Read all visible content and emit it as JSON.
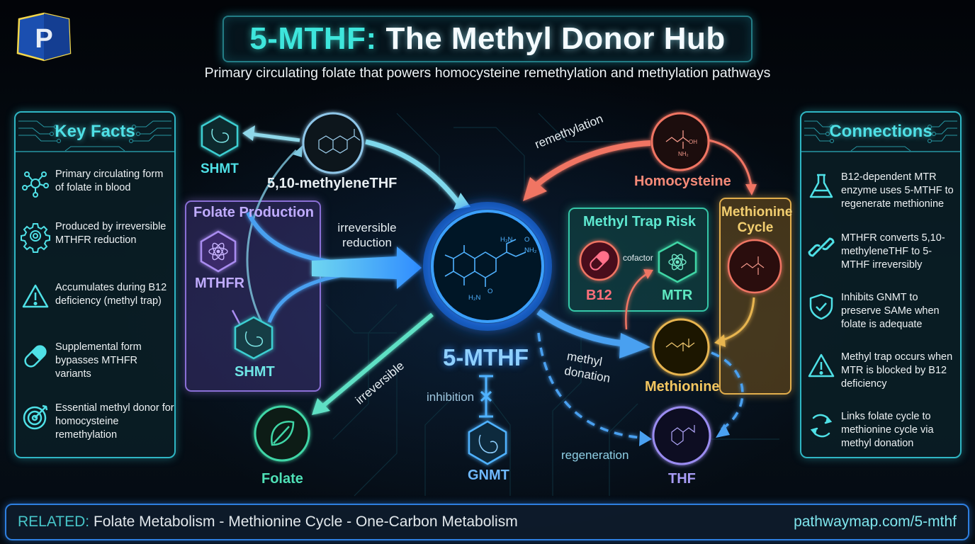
{
  "header": {
    "logo_letter": "P",
    "title_part1": "5-MTHF:",
    "title_part2": "The Methyl Donor Hub",
    "subtitle": "Primary circulating folate that powers homocysteine remethylation and methylation pathways"
  },
  "key_facts": {
    "title": "Key Facts",
    "items": [
      {
        "icon": "network-nodes-icon",
        "text": "Primary circulating form of folate in blood"
      },
      {
        "icon": "gear-icon",
        "text": "Produced by irreversible MTHFR reduction"
      },
      {
        "icon": "warning-triangle-icon",
        "text": "Accumulates during B12 deficiency (methyl trap)"
      },
      {
        "icon": "capsule-icon",
        "text": "Supplemental form bypasses MTHFR variants"
      },
      {
        "icon": "target-icon",
        "text": "Essential methyl donor for homocysteine remethylation"
      }
    ]
  },
  "connections": {
    "title": "Connections",
    "items": [
      {
        "icon": "flask-icon",
        "text": "B12-dependent MTR enzyme uses 5-MTHF to regenerate methionine"
      },
      {
        "icon": "link-icon",
        "text": "MTHFR converts 5,10-methyleneTHF to 5-MTHF irreversibly"
      },
      {
        "icon": "shield-check-icon",
        "text": "Inhibits GNMT to preserve SAMe when folate is adequate"
      },
      {
        "icon": "warning-triangle-icon",
        "text": "Methyl trap occurs when MTR is blocked by B12 deficiency"
      },
      {
        "icon": "cycle-arrows-icon",
        "text": "Links folate cycle to methionine cycle via methyl donation"
      }
    ]
  },
  "diagram": {
    "center": {
      "label": "5-MTHF",
      "color": "#2f8cff"
    },
    "nodes": {
      "shmt_top": "SHMT",
      "methylene_thf": "5,10-methyleneTHF",
      "folate_production_box": "Folate Production",
      "mthfr": "MTHFR",
      "shmt_box": "SHMT",
      "folate": "Folate",
      "gnmt": "GNMT",
      "homocysteine": "Homocysteine",
      "methyl_trap_box": "Methyl Trap Risk",
      "b12": "B12",
      "mtr": "MTR",
      "methionine_cycle_box": "Methionine Cycle",
      "methionine": "Methionine",
      "thf": "THF"
    },
    "edges": {
      "irreversible_reduction": "irreversible reduction",
      "remethylation": "remethylation",
      "irreversible": "irreversible",
      "inhibition": "inhibition",
      "methyl_donation": "methyl donation",
      "cofactor": "cofactor",
      "regeneration": "regeneration"
    },
    "colors": {
      "teal": "#3ee6dc",
      "blue": "#2f8cff",
      "salmon": "#f07563",
      "gold": "#e8b550",
      "purple": "#8a6fd6",
      "lavender": "#9a8cf0",
      "green": "#3fd6a6"
    }
  },
  "footer": {
    "related_label": "RELATED:",
    "related_text": "Folate Metabolism - Methionine Cycle - One-Carbon Metabolism",
    "url": "pathwaymap.com/5-mthf"
  }
}
